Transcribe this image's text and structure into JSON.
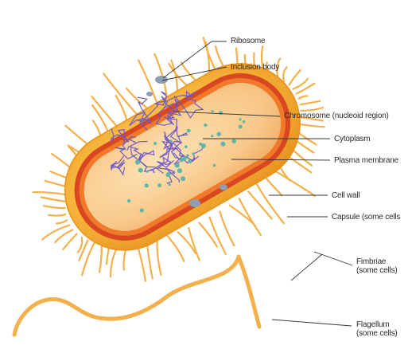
{
  "labels": {
    "ribosome": "Ribosome",
    "inclusion_body": "Inclusion body",
    "chromosome": "Chromosome (nucleoid region)",
    "cytoplasm": "Cytoplasm",
    "plasma_membrane": "Plasma membrane",
    "cell_wall": "Cell wall",
    "capsule": "Capsule (some cells",
    "fimbriae": "Fimbriae",
    "fimbriae_note": "(some cells)",
    "flagellum": "Flagellum",
    "flagellum_note": "(some cells)"
  },
  "colors": {
    "capsule": "#f6b33a",
    "capsule_edge": "#e7931e",
    "cell_wall": "#d8471f",
    "plasma_membrane": "#f07a2a",
    "cytoplasm": "#f8c88a",
    "nucleoid": "#6a55c9",
    "ribosome": "#5fb6a8",
    "inclusion_body": "#8d9fb3",
    "appendage": "#f4b04a",
    "leader_line": "#333333"
  }
}
